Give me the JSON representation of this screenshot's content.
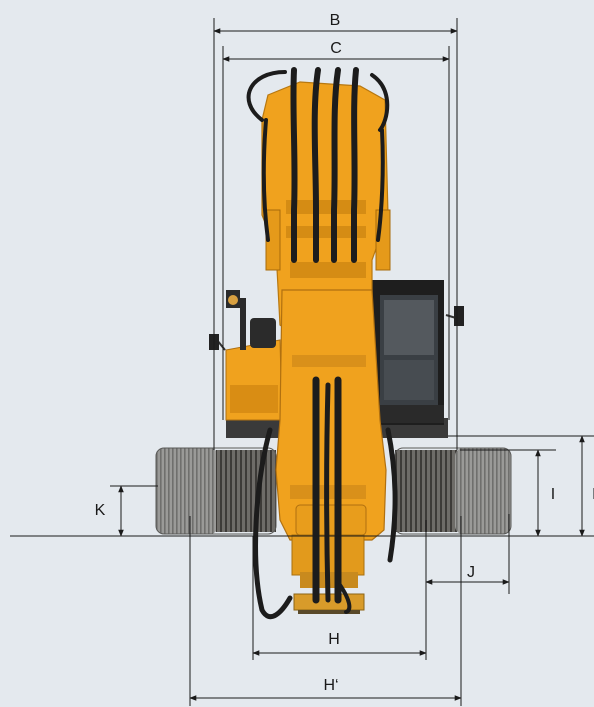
{
  "dimensions": {
    "B": "B",
    "C": "C",
    "H": "H",
    "H_prime": "H‘",
    "I": "I",
    "J": "J",
    "K": "K",
    "cut_right": "I"
  },
  "colors": {
    "background": "#e4e9ee",
    "machine_yellow": "#f0a21e",
    "machine_dark_yellow": "#c77f10",
    "track": "#8e8e8c",
    "hose": "#1c1c1c",
    "dimension_line": "#1a1a1a"
  }
}
